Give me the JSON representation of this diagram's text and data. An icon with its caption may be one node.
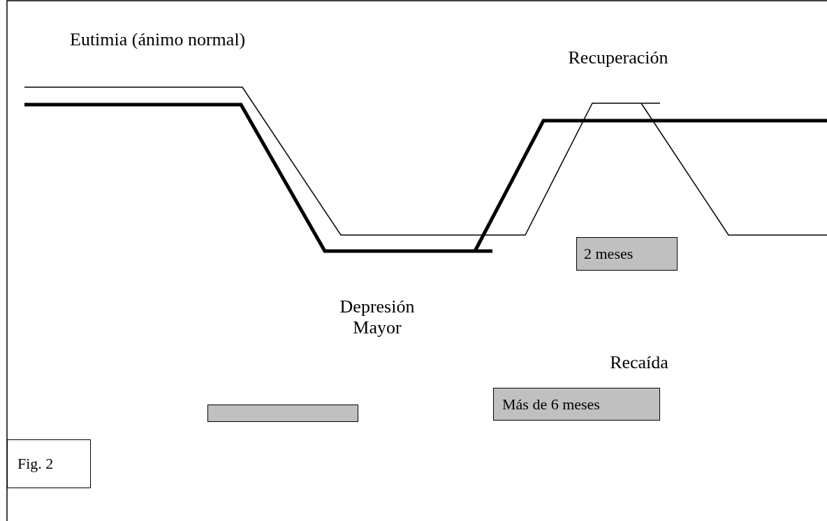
{
  "diagram": {
    "nodes": [
      {
        "text": [
          "2 meses"
        ]
      },
      {
        "text": [],
        "shape": "bar"
      },
      {
        "text": [
          "Más de 6 meses"
        ]
      },
      {
        "text": [
          "Fig. 2"
        ]
      }
    ],
    "labels": [
      "Eutimia (ánimo normal)",
      "Recuperación",
      "Depresión Mayor",
      "Recaída"
    ]
  }
}
